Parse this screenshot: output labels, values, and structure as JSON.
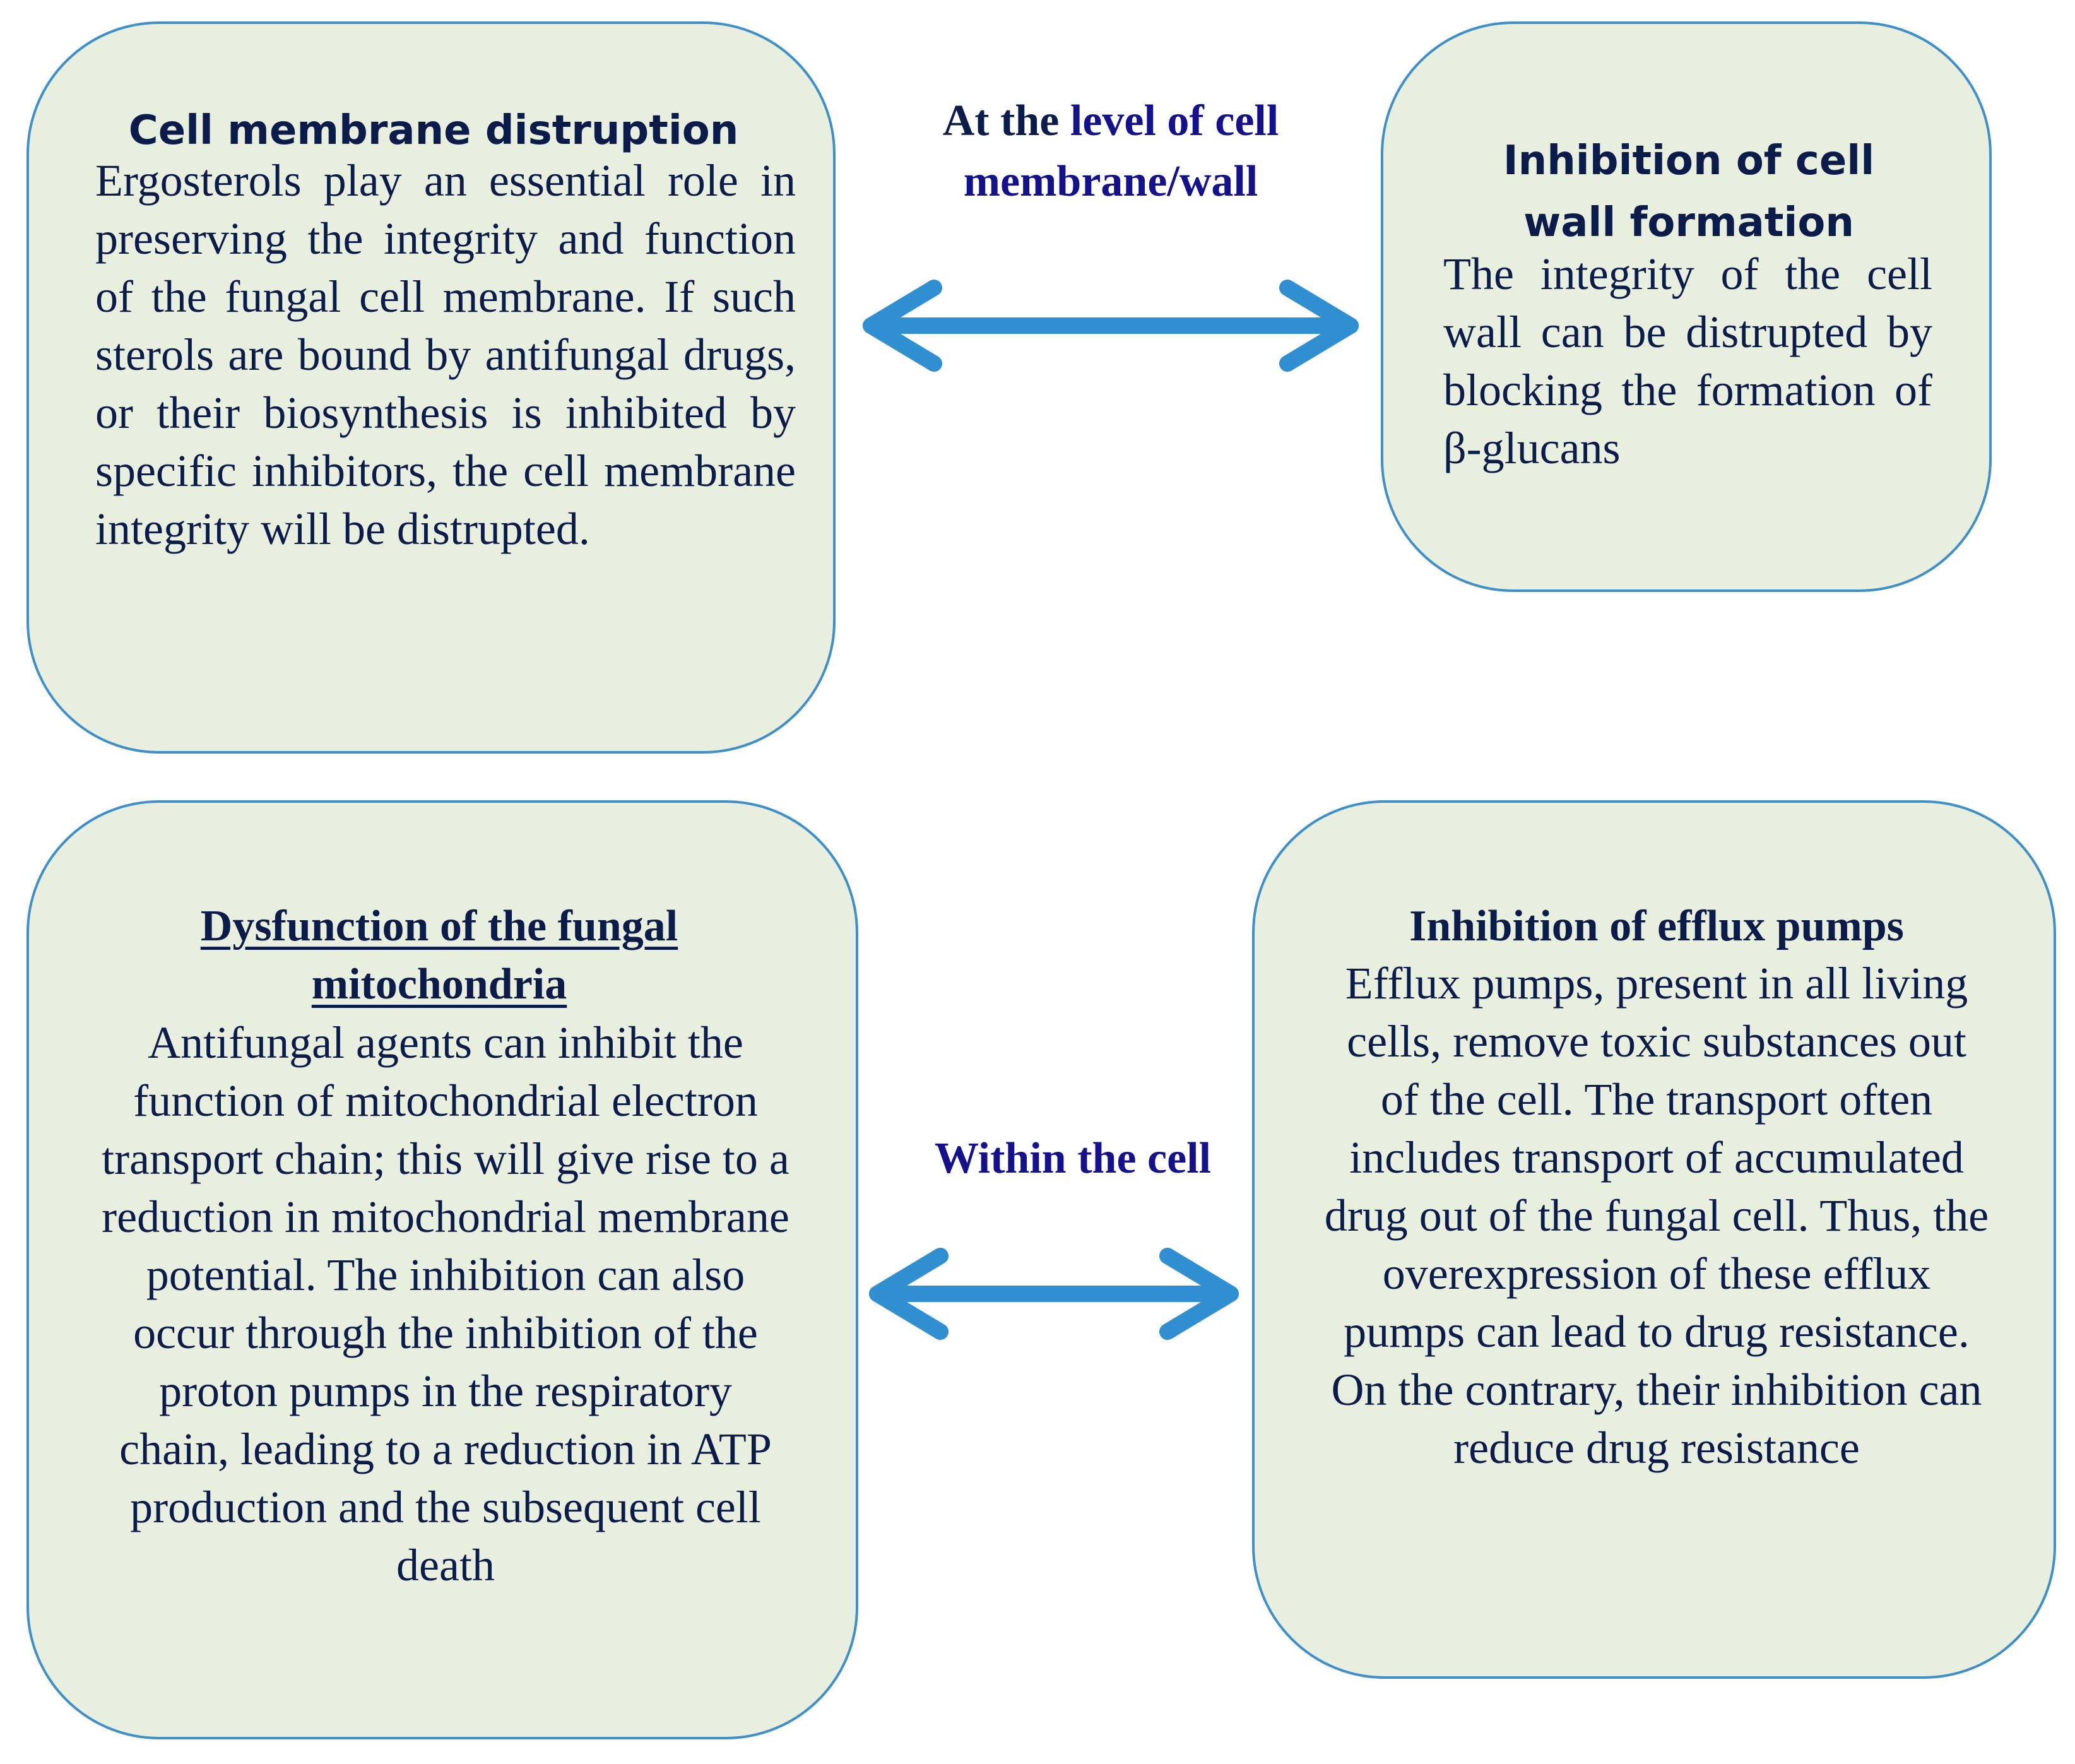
{
  "connectors": {
    "top": {
      "label_prefix": "At the",
      "label_highlight": "level of",
      "label_rest": "cell membrane/wall"
    },
    "bottom": {
      "label": "Within the cell"
    }
  },
  "boxes": {
    "cell_membrane": {
      "title": "Cell membrane distruption",
      "body": "Ergosterols play an essential role in preserving the integrity and function of the fungal cell membrane. If such sterols are bound by antifungal drugs, or their biosynthesis is inhibited by specific inhibitors, the cell membrane integrity will be distrupted."
    },
    "cell_wall": {
      "title": "Inhibition of cell wall formation",
      "body": "The integrity of the cell wall can be distrupted by blocking the formation of β-glucans"
    },
    "mitochondria": {
      "title": "Dysfunction of the fungal mitochondria",
      "body": "Antifungal agents can inhibit the function of mitochondrial electron transport chain; this will give rise to a reduction in mitochondrial membrane potential. The inhibition can also occur through the inhibition of the proton pumps in the respiratory chain, leading to a reduction in ATP production and the subsequent cell death"
    },
    "efflux": {
      "title": "Inhibition of efflux pumps",
      "body": "Efflux pumps, present in all living cells, remove toxic substances out of the cell. The transport often includes transport of accumulated drug out of the fungal cell. Thus, the overexpression of these efflux pumps can lead to drug resistance. On the contrary, their inhibition can reduce drug resistance"
    }
  },
  "colors": {
    "box_fill": "#e8efdf",
    "box_border": "#3f8fc9",
    "arrow": "#2f8fd0",
    "text": "#0b1c4a",
    "connector_text": "#13128c"
  }
}
